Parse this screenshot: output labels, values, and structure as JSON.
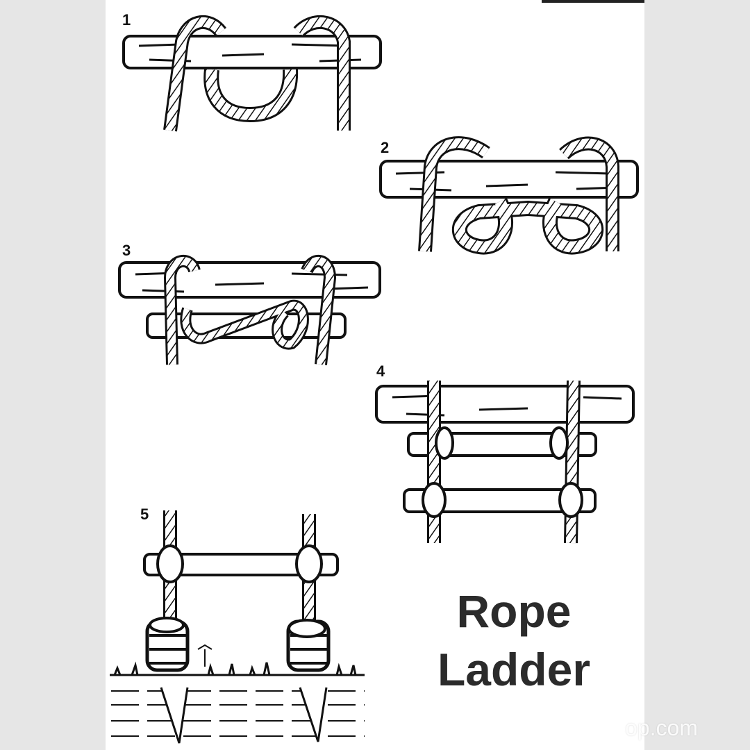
{
  "steps": [
    {
      "number": "1"
    },
    {
      "number": "2"
    },
    {
      "number": "3"
    },
    {
      "number": "4"
    },
    {
      "number": "5"
    }
  ],
  "title": {
    "line1": "Rope",
    "line2": "Ladder"
  },
  "watermark": "op.com",
  "colors": {
    "ink": "#111111",
    "title": "#2b2b2b",
    "paper": "#ffffff",
    "margin": "#e6e6e6"
  }
}
